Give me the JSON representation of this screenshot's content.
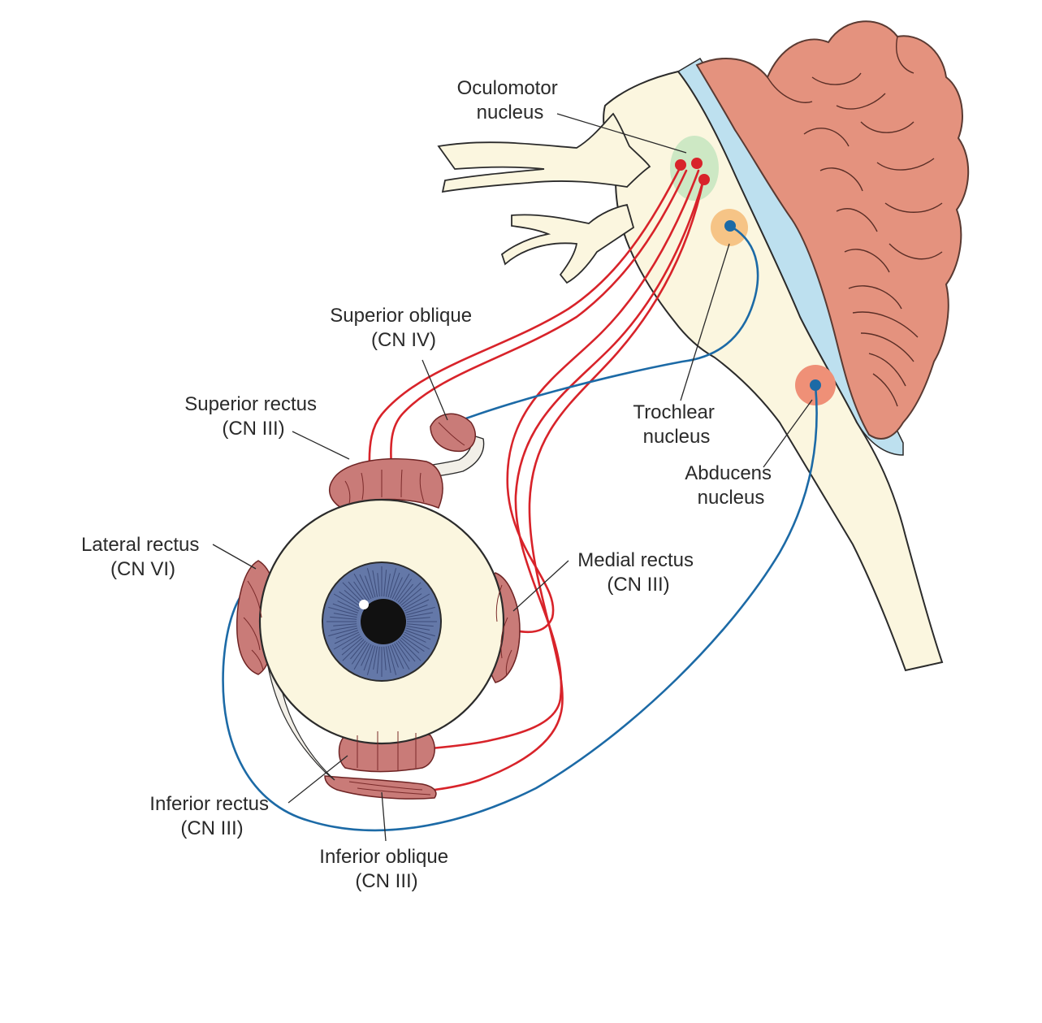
{
  "labels": {
    "oculomotor_nucleus": [
      "Oculomotor",
      "nucleus"
    ],
    "superior_oblique": [
      "Superior oblique",
      "(CN IV)"
    ],
    "superior_rectus": [
      "Superior rectus",
      "(CN III)"
    ],
    "trochlear_nucleus": [
      "Trochlear",
      "nucleus"
    ],
    "abducens_nucleus": [
      "Abducens",
      "nucleus"
    ],
    "lateral_rectus": [
      "Lateral rectus",
      "(CN VI)"
    ],
    "medial_rectus": [
      "Medial rectus",
      "(CN III)"
    ],
    "inferior_rectus": [
      "Inferior rectus",
      "(CN III)"
    ],
    "inferior_oblique": [
      "Inferior oblique",
      "(CN III)"
    ]
  },
  "colors": {
    "cn3_nerve": "#d8232a",
    "cn4_cn6_nerve": "#1c6aa6",
    "brainstem": "#fbf6df",
    "cerebellum": "#e4927e",
    "csf": "#bde0ef",
    "oculomotor_nucleus_halo": "#cde8c4",
    "trochlear_nucleus_halo": "#f6c486",
    "abducens_nucleus_halo": "#ef9077",
    "muscle": "#c97b78",
    "iris": "#6478a8"
  }
}
